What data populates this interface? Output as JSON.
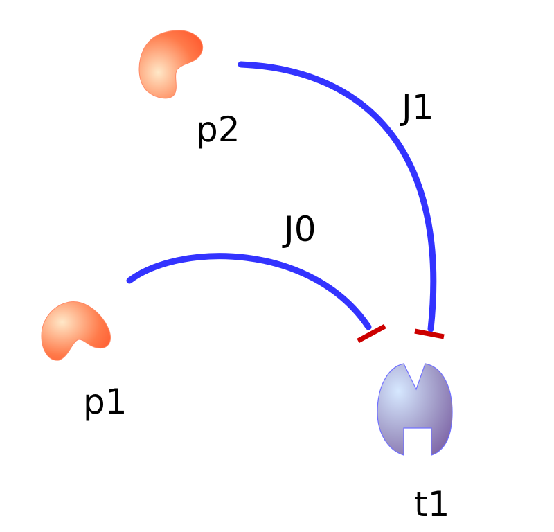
{
  "nodes": [
    {
      "id": "p1",
      "label": "p1",
      "type": "protein"
    },
    {
      "id": "p2",
      "label": "p2",
      "type": "protein"
    },
    {
      "id": "t1",
      "label": "t1",
      "type": "target"
    }
  ],
  "edges": [
    {
      "id": "J0",
      "label": "J0",
      "from": "p1",
      "to": "t1",
      "type": "inhibition"
    },
    {
      "id": "J1",
      "label": "J1",
      "from": "p2",
      "to": "t1",
      "type": "inhibition"
    }
  ],
  "colors": {
    "edge": "#3333ff",
    "inhibitor_bar": "#cc0000",
    "protein_fill_center": "#ffe8c8",
    "protein_fill_edge": "#ff5f33",
    "target_fill_center": "#d0e4ff",
    "target_fill_edge": "#8068a8",
    "target_stroke": "#7070ff"
  }
}
